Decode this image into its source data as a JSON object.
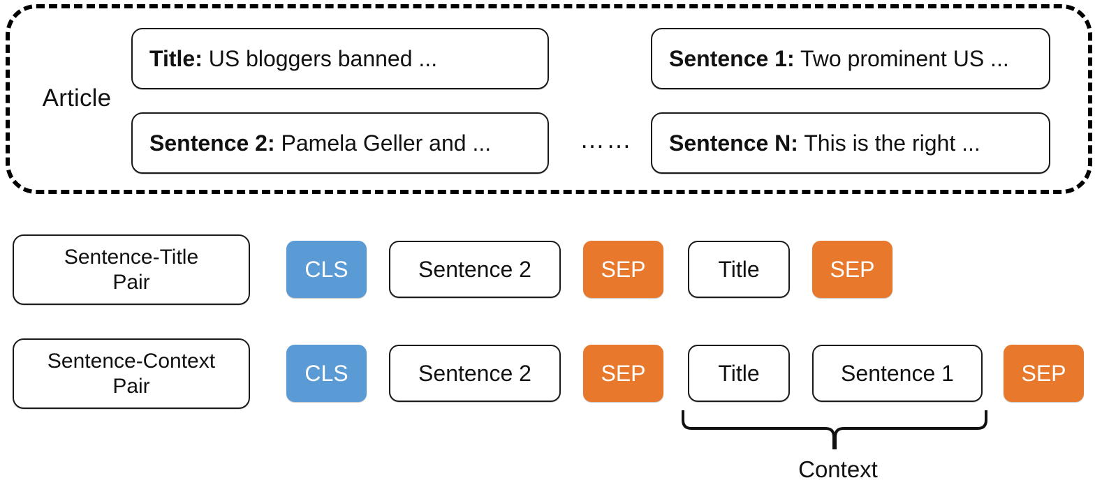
{
  "article": {
    "label": "Article",
    "ellipsis": "……",
    "cells": [
      {
        "name": "title-cell",
        "prefix": "Title:",
        "rest": " US bloggers banned ..."
      },
      {
        "name": "sentence-1-cell",
        "prefix": "Sentence 1:",
        "rest": " Two prominent US ..."
      },
      {
        "name": "sentence-2-cell",
        "prefix": "Sentence 2:",
        "rest": " Pamela Geller and ..."
      },
      {
        "name": "sentence-n-cell",
        "prefix": "Sentence N:",
        "rest": " This is the right ..."
      }
    ]
  },
  "rows": [
    {
      "label": "Sentence-Title\nPair",
      "label_line1": "Sentence-Title",
      "label_line2": "Pair",
      "tokens": [
        {
          "text": "CLS",
          "kind": "cls"
        },
        {
          "text": "Sentence 2",
          "kind": "plain"
        },
        {
          "text": "SEP",
          "kind": "sep"
        },
        {
          "text": "Title",
          "kind": "plain"
        },
        {
          "text": "SEP",
          "kind": "sep"
        }
      ]
    },
    {
      "label": "Sentence-Context\nPair",
      "label_line1": "Sentence-Context",
      "label_line2": "Pair",
      "tokens": [
        {
          "text": "CLS",
          "kind": "cls"
        },
        {
          "text": "Sentence 2",
          "kind": "plain"
        },
        {
          "text": "SEP",
          "kind": "sep"
        },
        {
          "text": "Title",
          "kind": "plain"
        },
        {
          "text": "Sentence 1",
          "kind": "plain"
        },
        {
          "text": "SEP",
          "kind": "sep"
        }
      ]
    }
  ],
  "context": {
    "label": "Context"
  },
  "colors": {
    "cls": "#5B9BD5",
    "sep": "#E8792C",
    "outline": "#1a1a1a",
    "background": "#ffffff",
    "text": "#111111"
  }
}
